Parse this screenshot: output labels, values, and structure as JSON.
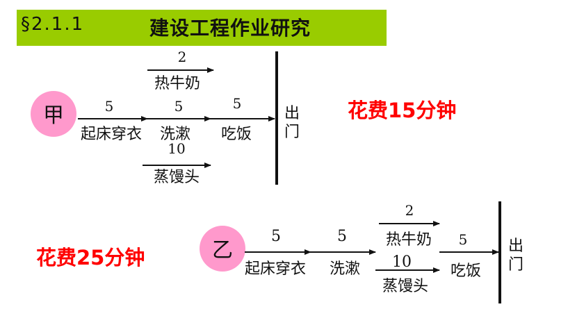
{
  "title": {
    "number": "§2.1.1",
    "text": "建设工程作业研究"
  },
  "scheme_a": {
    "person": "甲",
    "cost": "花费15分钟",
    "exit": [
      "出",
      "门"
    ],
    "tasks": {
      "dress": {
        "label": "起床穿衣",
        "minutes": "5"
      },
      "wash": {
        "label": "洗漱",
        "minutes": "5"
      },
      "eat": {
        "label": "吃饭",
        "minutes": "5"
      },
      "milk": {
        "label": "热牛奶",
        "minutes": "2"
      },
      "bun": {
        "label": "蒸馒头",
        "minutes": "10"
      }
    }
  },
  "scheme_b": {
    "person": "乙",
    "cost": "花费25分钟",
    "exit": [
      "出",
      "门"
    ],
    "tasks": {
      "dress": {
        "label": "起床穿衣",
        "minutes": "5"
      },
      "wash": {
        "label": "洗漱",
        "minutes": "5"
      },
      "milk": {
        "label": "热牛奶",
        "minutes": "2"
      },
      "bun": {
        "label": "蒸馒头",
        "minutes": "10"
      },
      "eat": {
        "label": "吃饭",
        "minutes": "5"
      }
    }
  },
  "colors": {
    "title_bar": "#99cc00",
    "circle": "#ff99cc",
    "cost": "#ff0000",
    "line": "#111111"
  }
}
